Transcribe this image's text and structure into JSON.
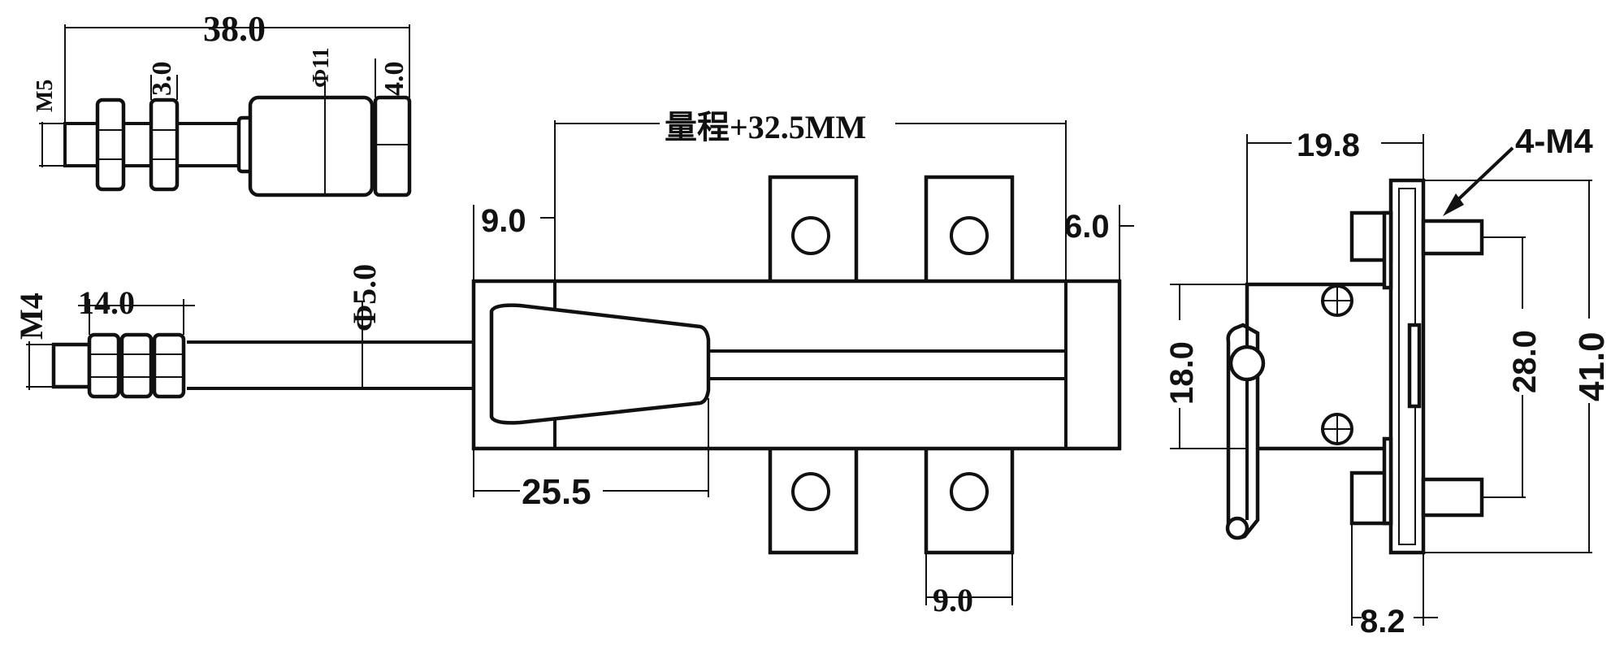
{
  "dimensions": {
    "d38": "38.0",
    "m5": "M5",
    "d3": "3.0",
    "phi11": "Φ11",
    "d4": "4.0",
    "range": "量程+32.5MM",
    "d9_left": "9.0",
    "d6": "6.0",
    "phi5": "Φ5.0",
    "m4": "M4",
    "d14": "14.0",
    "d25_5": "25.5",
    "d9_bottom": "9.0",
    "d19_8": "19.8",
    "m4_holes": "4-M4",
    "d18": "18.0",
    "d28": "28.0",
    "d41": "41.0",
    "d8_2": "8.2"
  }
}
